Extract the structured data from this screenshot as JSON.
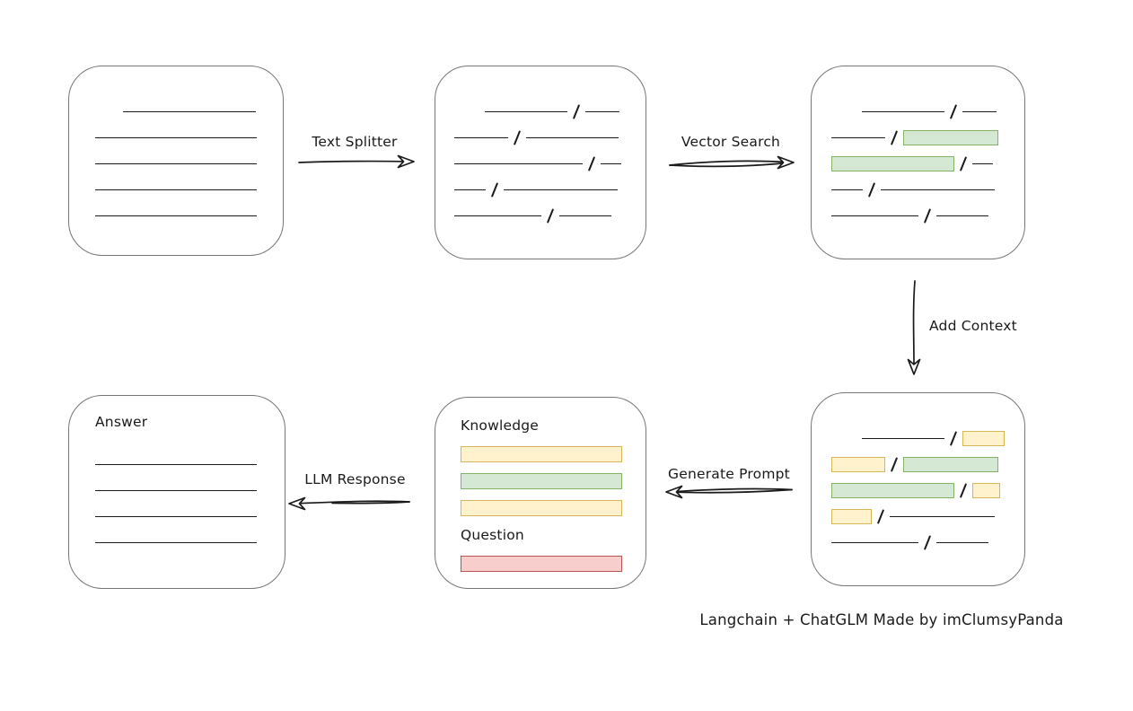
{
  "caption": "Langchain + ChatGLM Made by imClumsyPanda",
  "colors": {
    "green_fill": "#d5e8d4",
    "green_border": "#82b366",
    "yellow_fill": "#fff2cc",
    "yellow_border": "#d6b656",
    "red_fill": "#f8cecc",
    "red_border": "#b85450",
    "stroke": "#1a1a1a",
    "box_border": "#767676"
  },
  "labels": {
    "text_splitter": "Text Splitter",
    "vector_search": "Vector Search",
    "add_context": "Add Context",
    "generate_prompt": "Generate Prompt",
    "llm_response": "LLM Response"
  },
  "edges": [
    {
      "from": "document",
      "to": "chunks",
      "label": "Text Splitter"
    },
    {
      "from": "chunks",
      "to": "vector_result",
      "label": "Vector Search"
    },
    {
      "from": "vector_result",
      "to": "context_result",
      "label": "Add Context"
    },
    {
      "from": "context_result",
      "to": "prompt",
      "label": "Generate Prompt"
    },
    {
      "from": "prompt",
      "to": "answer",
      "label": "LLM Response"
    }
  ],
  "nodes": {
    "document": {
      "rows": [
        {
          "indent": 31,
          "segs": [
            {
              "t": "line",
              "w": 148
            }
          ]
        },
        {
          "segs": [
            {
              "t": "line",
              "w": 180
            }
          ]
        },
        {
          "segs": [
            {
              "t": "line",
              "w": 180
            }
          ]
        },
        {
          "segs": [
            {
              "t": "line",
              "w": 180
            }
          ]
        },
        {
          "segs": [
            {
              "t": "line",
              "w": 180
            }
          ]
        }
      ]
    },
    "chunks": {
      "rows": [
        {
          "indent": 34,
          "segs": [
            {
              "t": "line",
              "w": 92
            },
            {
              "t": "line",
              "w": 38
            }
          ]
        },
        {
          "segs": [
            {
              "t": "line",
              "w": 60
            },
            {
              "t": "line",
              "w": 103
            }
          ]
        },
        {
          "segs": [
            {
              "t": "line",
              "w": 143
            },
            {
              "t": "line",
              "w": 23
            }
          ]
        },
        {
          "segs": [
            {
              "t": "line",
              "w": 35
            },
            {
              "t": "line",
              "w": 127
            }
          ]
        },
        {
          "segs": [
            {
              "t": "line",
              "w": 97
            },
            {
              "t": "line",
              "w": 58
            }
          ]
        }
      ]
    },
    "vector_result": {
      "rows": [
        {
          "indent": 34,
          "segs": [
            {
              "t": "line",
              "w": 92
            },
            {
              "t": "line",
              "w": 38
            }
          ]
        },
        {
          "segs": [
            {
              "t": "line",
              "w": 60
            },
            {
              "t": "green",
              "w": 106
            }
          ]
        },
        {
          "segs": [
            {
              "t": "green",
              "w": 137
            },
            {
              "t": "line",
              "w": 23
            }
          ]
        },
        {
          "segs": [
            {
              "t": "line",
              "w": 35
            },
            {
              "t": "line",
              "w": 127
            }
          ]
        },
        {
          "segs": [
            {
              "t": "line",
              "w": 97
            },
            {
              "t": "line",
              "w": 58
            }
          ]
        }
      ]
    },
    "context_result": {
      "rows": [
        {
          "indent": 34,
          "segs": [
            {
              "t": "line",
              "w": 92
            },
            {
              "t": "yellow",
              "w": 47
            }
          ]
        },
        {
          "segs": [
            {
              "t": "yellow",
              "w": 60
            },
            {
              "t": "green",
              "w": 106
            }
          ]
        },
        {
          "segs": [
            {
              "t": "green",
              "w": 137
            },
            {
              "t": "yellow",
              "w": 31
            }
          ]
        },
        {
          "segs": [
            {
              "t": "yellow",
              "w": 45
            },
            {
              "t": "line",
              "w": 117
            }
          ]
        },
        {
          "segs": [
            {
              "t": "line",
              "w": 97
            },
            {
              "t": "line",
              "w": 58
            }
          ]
        }
      ]
    },
    "prompt": {
      "knowledge_label": "Knowledge",
      "question_label": "Question",
      "knowledge_bars": [
        "yellow",
        "green",
        "yellow"
      ],
      "question_bars": [
        "red"
      ]
    },
    "answer": {
      "label": "Answer",
      "rows": [
        {
          "segs": [
            {
              "t": "line",
              "w": 180
            }
          ]
        },
        {
          "segs": [
            {
              "t": "line",
              "w": 180
            }
          ]
        },
        {
          "segs": [
            {
              "t": "line",
              "w": 180
            }
          ]
        },
        {
          "segs": [
            {
              "t": "line",
              "w": 180
            }
          ]
        }
      ]
    }
  }
}
